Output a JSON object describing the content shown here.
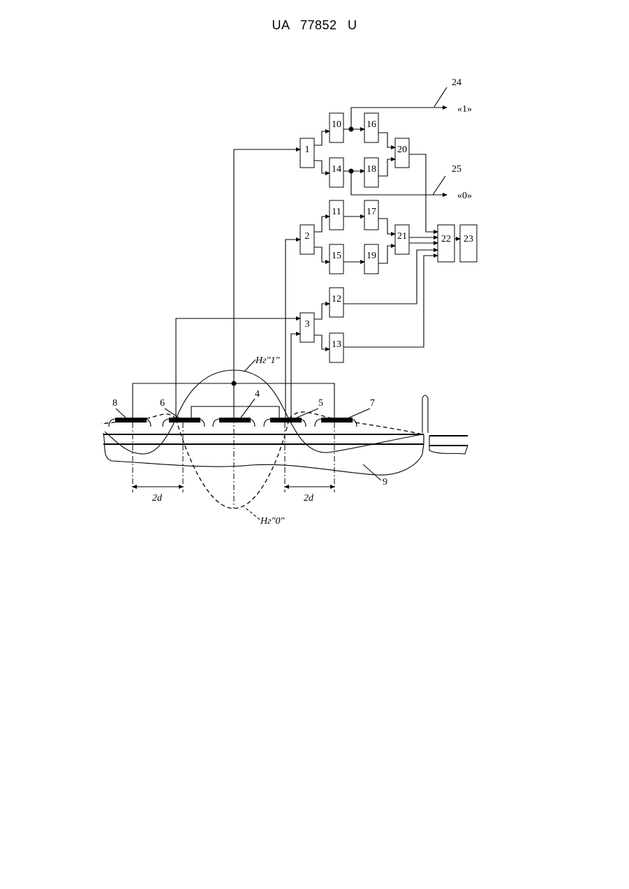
{
  "header": {
    "code": "UA   77852   U"
  },
  "blocks": [
    "1",
    "2",
    "3",
    "10",
    "11",
    "12",
    "13",
    "14",
    "15",
    "16",
    "17",
    "18",
    "19",
    "20",
    "21",
    "22",
    "23"
  ],
  "sensors": [
    "8",
    "6",
    "4",
    "5",
    "7"
  ],
  "labels": {
    "out24": "24",
    "out25": "25",
    "out1": "«1»",
    "out0": "«0»",
    "part9": "9",
    "dist_left": "2d",
    "dist_right": "2d",
    "h_one": "Hг\"1\"",
    "h_zero": "Hг\"0\""
  }
}
